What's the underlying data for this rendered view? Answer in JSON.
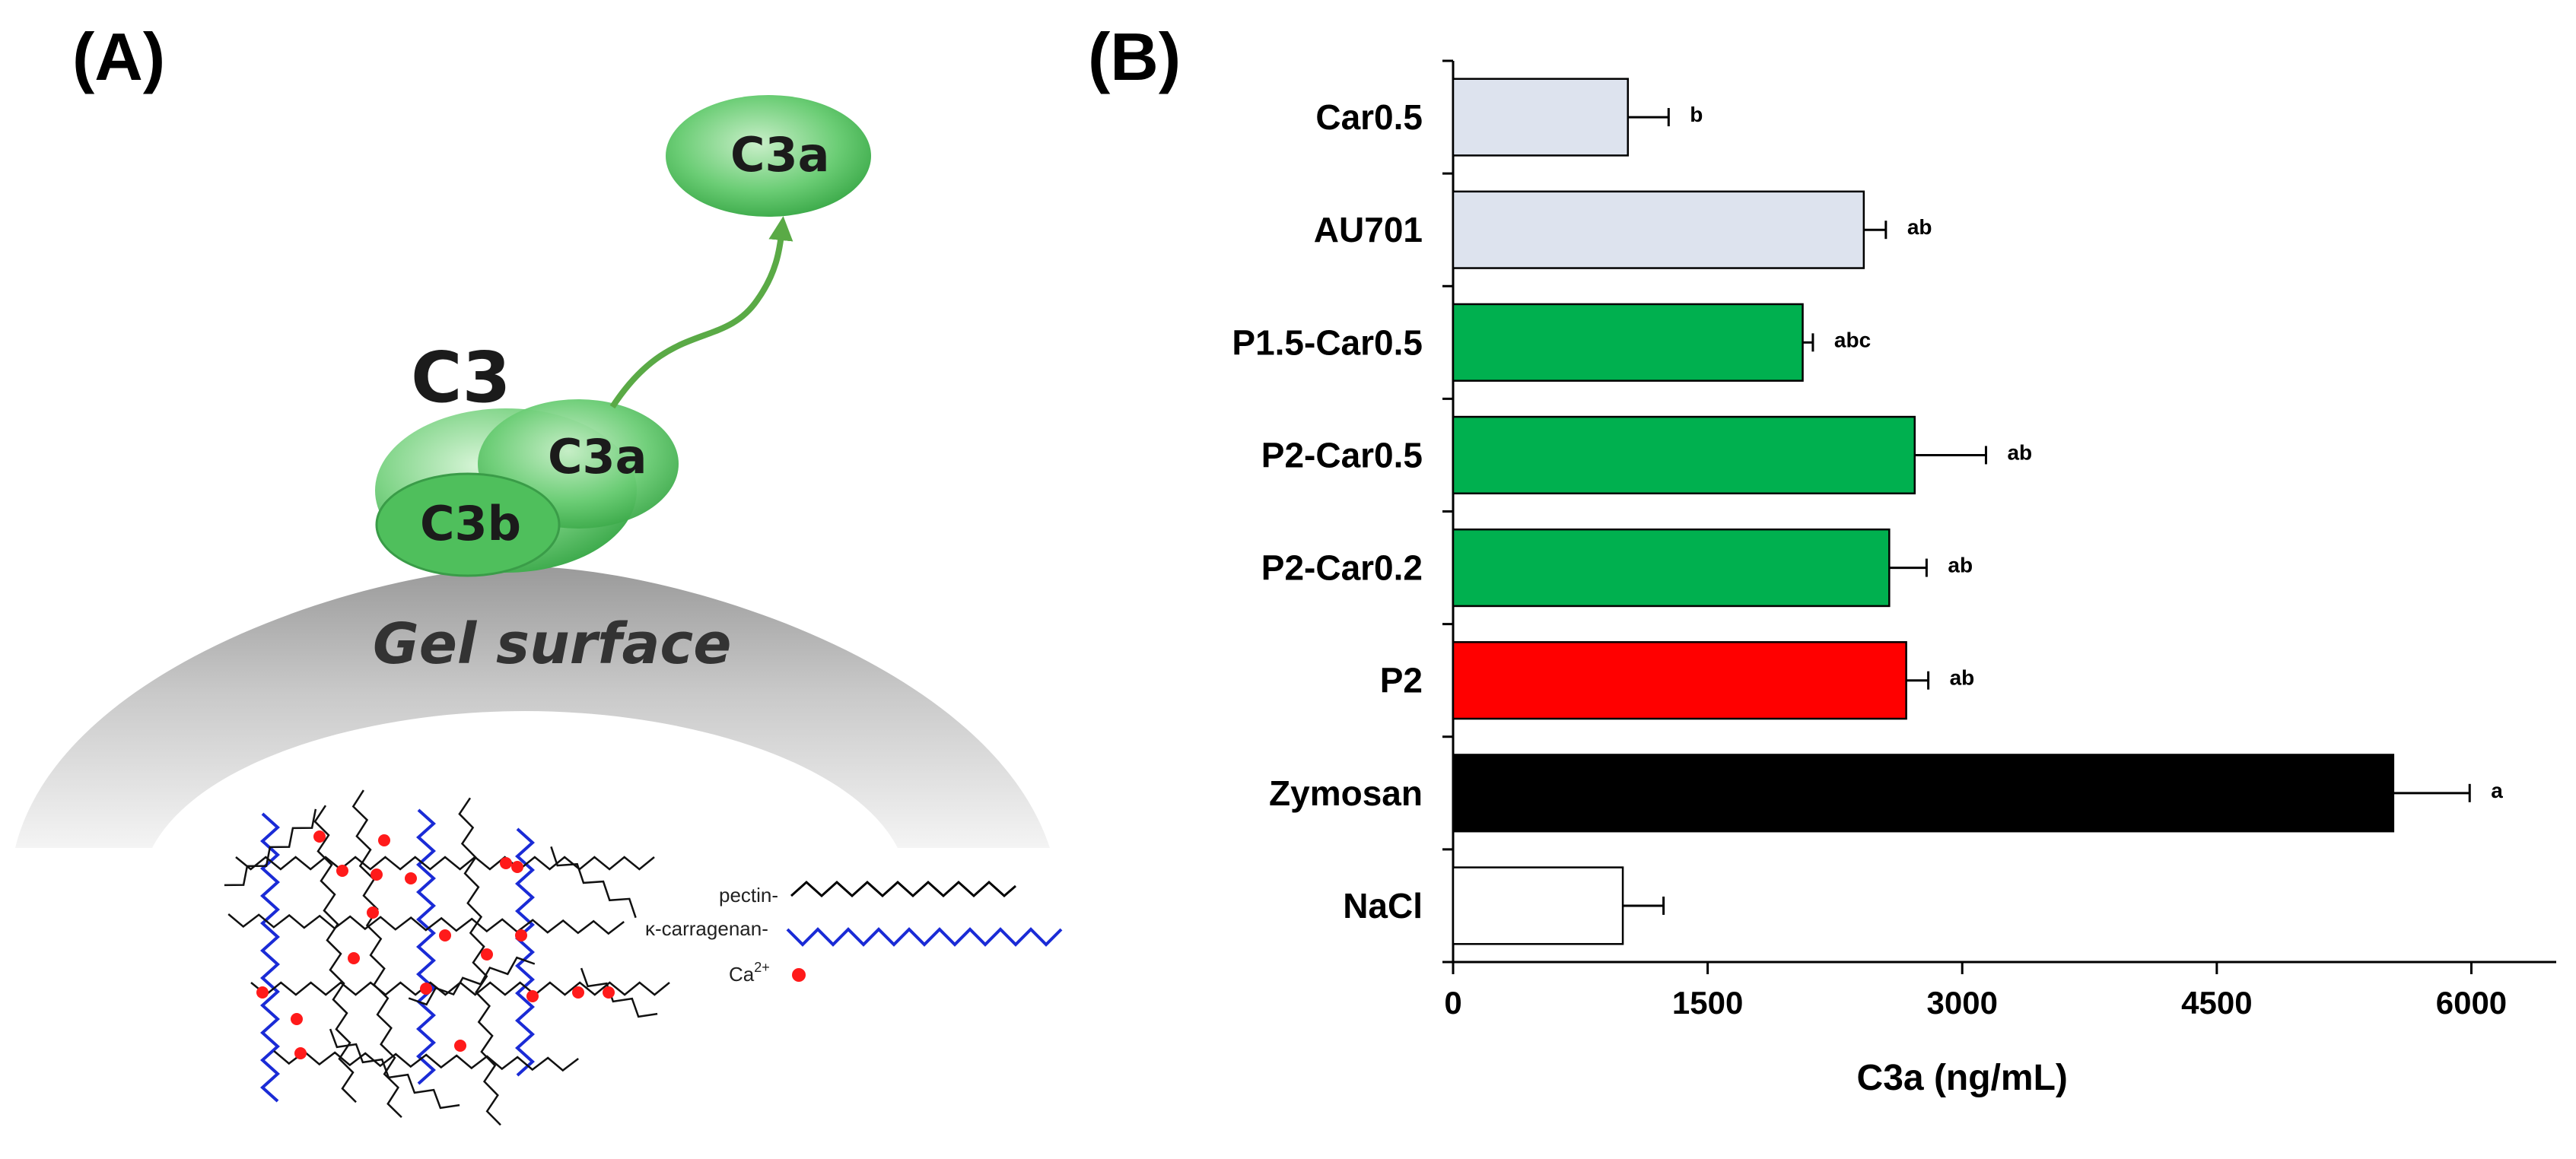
{
  "panels": {
    "a_label": "(A)",
    "b_label": "(B)"
  },
  "schematic": {
    "c3_label": "C3",
    "c3a_label": "C3a",
    "c3b_label": "C3b",
    "released_label": "C3a",
    "surface_label": "Gel surface",
    "legend": {
      "pectin": "pectin-",
      "carrageenan": "κ-carragenan-",
      "calcium": "Ca",
      "calcium_sup": "2+"
    },
    "colors": {
      "blob": "#5cc36a",
      "pectin_chain": "#000000",
      "carrageenan_chain": "#1a2bd6",
      "calcium": "#ff1a1a",
      "arrow": "#5aaa46"
    }
  },
  "chart_data": {
    "type": "bar",
    "orientation": "horizontal",
    "categories": [
      "Car0.5",
      "AU701",
      "P1.5-Car0.5",
      "P2-Car0.5",
      "P2-Car0.2",
      "P2",
      "Zymosan",
      "NaCl"
    ],
    "values": [
      1030,
      2420,
      2060,
      2720,
      2570,
      2670,
      5540,
      1000
    ],
    "errors": [
      240,
      130,
      60,
      420,
      220,
      130,
      450,
      240
    ],
    "significance": [
      "b",
      "ab",
      "abc",
      "ab",
      "ab",
      "ab",
      "a",
      ""
    ],
    "colors": [
      "#dde3ee",
      "#dde3ee",
      "#00b04f",
      "#00b04f",
      "#00b04f",
      "#ff0000",
      "#000000",
      "#ffffff"
    ],
    "xlabel": "C3a (ng/mL)",
    "xlim": [
      0,
      6500
    ],
    "xticks": [
      "0",
      "1500",
      "3000",
      "4500",
      "6000"
    ],
    "xtick_values": [
      0,
      1500,
      3000,
      4500,
      6000
    ],
    "grid": false,
    "legend": "none"
  }
}
